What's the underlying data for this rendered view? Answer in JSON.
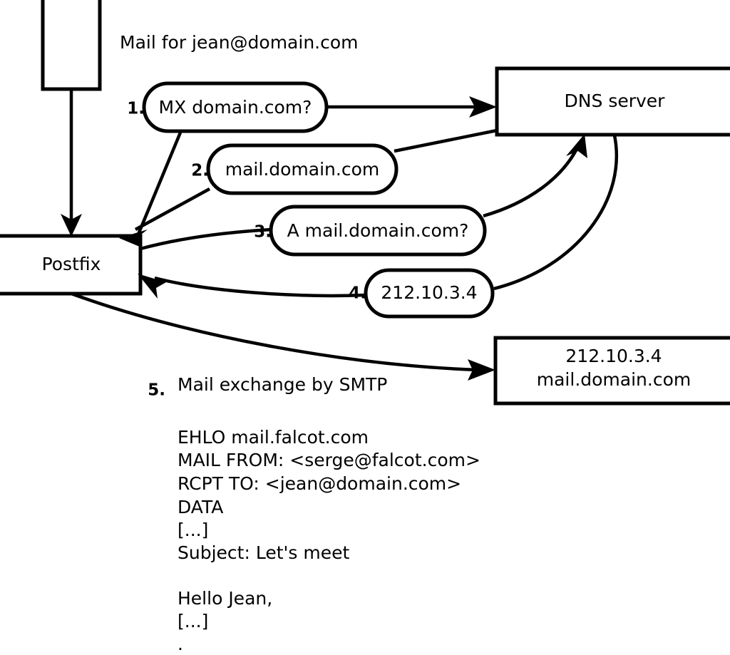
{
  "diagram": {
    "title_caption": "Mail for jean@domain.com",
    "nodes": [
      {
        "id": "sender-host",
        "label": ""
      },
      {
        "id": "postfix",
        "label": "Postfix"
      },
      {
        "id": "dns-server",
        "label": "DNS server"
      },
      {
        "id": "remote-mx",
        "label_line1": "212.10.3.4",
        "label_line2": "mail.domain.com"
      }
    ],
    "steps": [
      {
        "num": "1.",
        "label": "MX domain.com?"
      },
      {
        "num": "2.",
        "label": "mail.domain.com"
      },
      {
        "num": "3.",
        "label": "A mail.domain.com?"
      },
      {
        "num": "4.",
        "label": "212.10.3.4"
      },
      {
        "num": "5.",
        "label": "Mail exchange by SMTP"
      }
    ],
    "transcript": [
      "EHLO mail.falcot.com",
      "MAIL FROM: <serge@falcot.com>",
      "RCPT TO: <jean@domain.com>",
      "DATA",
      "[...]",
      "Subject: Let's meet",
      "",
      "Hello Jean,",
      "[...]",
      "."
    ],
    "colors": {
      "stroke": "#000000",
      "fill": "#ffffff",
      "text": "#000000"
    }
  }
}
